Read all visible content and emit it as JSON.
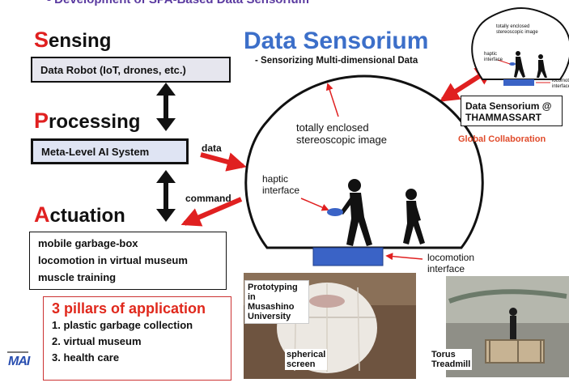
{
  "header": {
    "subtitle_line": "- Development of SPA-Based Data Sensorium"
  },
  "stages": {
    "sensing": {
      "cap": "S",
      "rest": "ensing",
      "box": "Data Robot (IoT, drones, etc.)"
    },
    "processing": {
      "cap": "P",
      "rest": "rocessing",
      "box": "Meta-Level AI System"
    },
    "actuation": {
      "cap": "A",
      "rest": "ctuation",
      "items": [
        "mobile garbage-box",
        "locomotion in virtual museum",
        "muscle training"
      ]
    }
  },
  "arrows": {
    "data": "data",
    "command": "command"
  },
  "pillars": {
    "title": "3 pillars of application",
    "items": [
      "1. plastic garbage collection",
      "2. virtual museum",
      "3. health care"
    ]
  },
  "sensorium": {
    "title": "Data Sensorium",
    "subtitle": "- Sensorizing Multi-dimensional Data",
    "image_label": [
      "totally enclosed",
      "stereoscopic image"
    ],
    "haptic_label": [
      "haptic",
      "interface"
    ],
    "locomotion_label": [
      "locomotion",
      "interface"
    ]
  },
  "thammassart": {
    "box": [
      "Data Sensorium @",
      "THAMMASSART"
    ],
    "collab": "Global Collaboration",
    "mini_image": [
      "totally enclosed",
      "stereoscopic image"
    ],
    "mini_haptic": [
      "haptic",
      "interface"
    ],
    "mini_loco": [
      "locomotion",
      "interface"
    ]
  },
  "photos": {
    "left_caption": [
      "Prototyping in",
      "Musashino",
      "University"
    ],
    "spherical": [
      "spherical",
      "screen"
    ],
    "torus": [
      "Torus",
      "Treadmill"
    ]
  },
  "logo": {
    "letters": "MAI"
  },
  "colors": {
    "red": "#e02020",
    "blue": "#3c6fc9",
    "platform": "#3a63c6"
  }
}
